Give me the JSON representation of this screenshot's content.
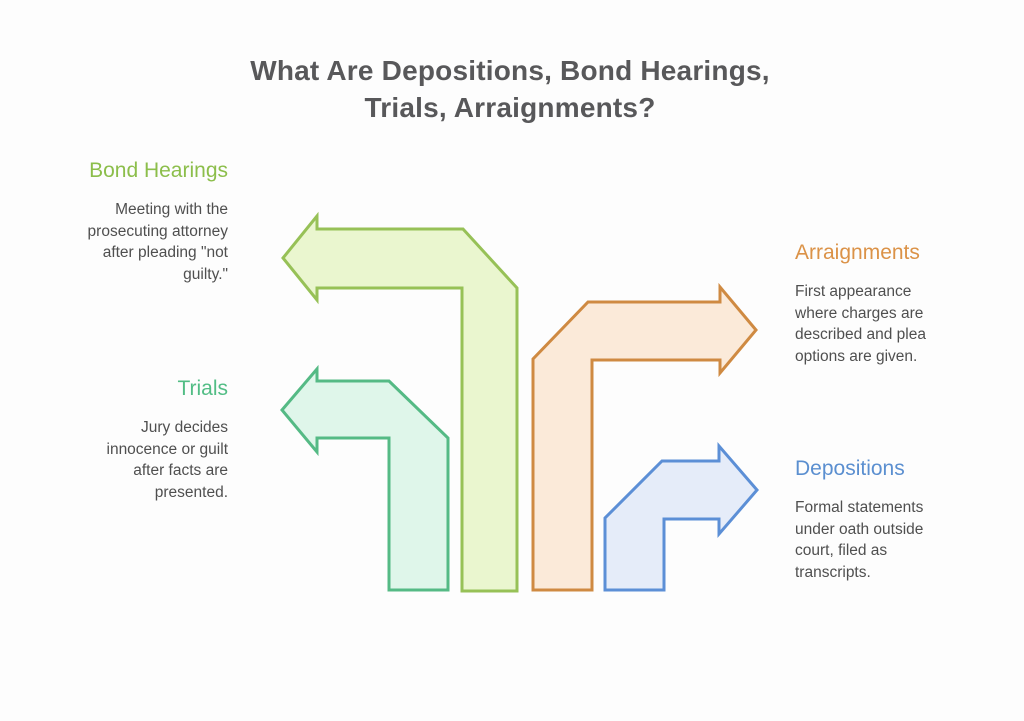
{
  "title": {
    "line1": "What Are Depositions, Bond Hearings,",
    "line2": "Trials, Arraignments?"
  },
  "sections": {
    "bond_hearings": {
      "heading": "Bond Hearings",
      "body": "Meeting with the\nprosecuting attorney\nafter pleading \"not\nguilty.\"",
      "heading_color": "#8cbe4b"
    },
    "trials": {
      "heading": "Trials",
      "body": "Jury decides\ninnocence or guilt\nafter facts are\npresented.",
      "heading_color": "#52bd85"
    },
    "arraignments": {
      "heading": "Arraignments",
      "body": "First appearance\nwhere charges are\ndescribed and plea\noptions are given.",
      "heading_color": "#db9247"
    },
    "depositions": {
      "heading": "Depositions",
      "body": "Formal statements\nunder oath outside\ncourt, filed as\ntranscripts.",
      "heading_color": "#5b8fd0"
    }
  },
  "arrows": {
    "bond_hearings": {
      "direction": "left",
      "fill": "#eaf6cf",
      "stroke": "#97c157"
    },
    "trials": {
      "direction": "left",
      "fill": "#dff6ea",
      "stroke": "#55ba85"
    },
    "arraignments": {
      "direction": "right",
      "fill": "#fbead9",
      "stroke": "#cf8a42"
    },
    "depositions": {
      "direction": "right",
      "fill": "#e5ecf9",
      "stroke": "#5c8fd6"
    }
  },
  "colors": {
    "title_text": "#58585a",
    "body_text": "#4f4f4f",
    "background": "#fdfdfd"
  }
}
